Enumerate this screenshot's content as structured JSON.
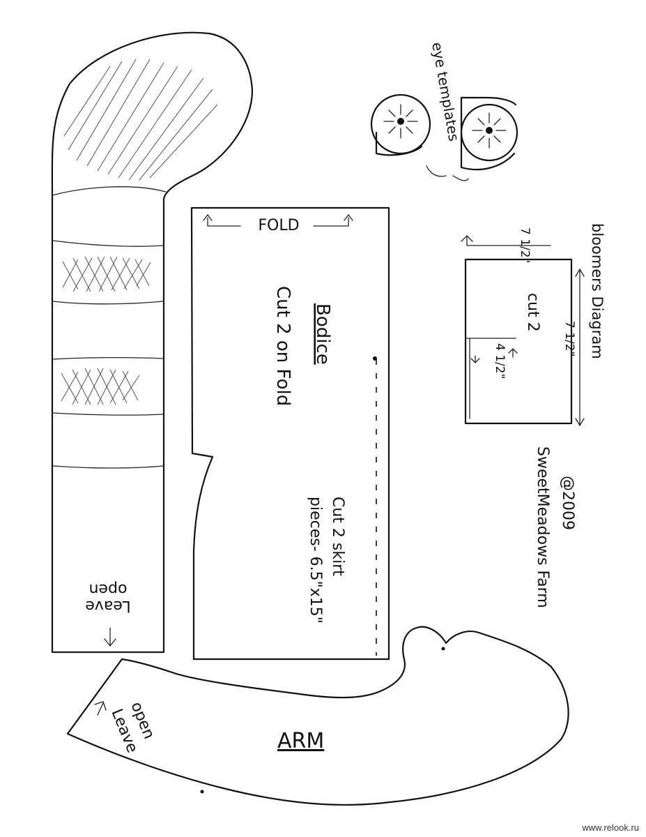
{
  "labels": {
    "eye_templates": "eye templates",
    "fold": "FOLD",
    "bodice_title": "Bodice",
    "bodice_sub": "Cut 2 on Fold",
    "skirt_line1": "Cut 2 skirt",
    "skirt_line2": "pieces- 6.5\"x15\"",
    "bloomers_title": "bloomers Diagram",
    "bloomers_cut": "cut 2",
    "dim_height": "7 1/2\"",
    "dim_width": "7 1/2\"",
    "dim_slit": "4 1/2\"",
    "copyright_year": "@2009",
    "copyright_owner": "SweetMeadows Farm",
    "leg_leave_open_1": "Leave",
    "leg_leave_open_2": "open",
    "arm_title": "ARM",
    "arm_leave_open_1": "Leave",
    "arm_leave_open_2": "open"
  },
  "watermark": "www.relook.ru",
  "colors": {
    "ink": "#111111",
    "paper": "#ffffff",
    "hatch": "#555555"
  }
}
